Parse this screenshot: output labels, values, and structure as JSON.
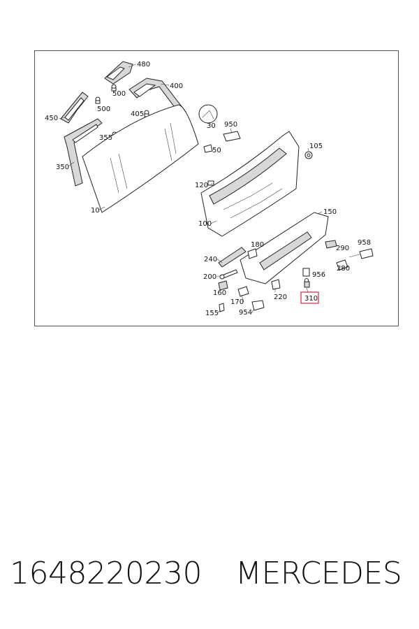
{
  "callouts": {
    "c480": "480",
    "c400": "400",
    "c500a": "500",
    "c500b": "500",
    "c405": "405",
    "c450": "450",
    "c355": "355",
    "c350": "350",
    "c30": "30",
    "c950": "950",
    "c50": "50",
    "c105": "105",
    "c120": "120",
    "c100": "100",
    "c10": "10",
    "c150": "150",
    "c958": "958",
    "c290": "290",
    "c280": "280",
    "c180": "180",
    "c240": "240",
    "c200": "200",
    "c956": "956",
    "c160": "160",
    "c220": "220",
    "c170": "170",
    "c310": "310",
    "c155": "155",
    "c954": "954"
  },
  "highlight": {
    "callout": "310",
    "color": "#e0304a"
  },
  "footer": {
    "part_number": "1648220230",
    "brand": "MERCEDES"
  }
}
